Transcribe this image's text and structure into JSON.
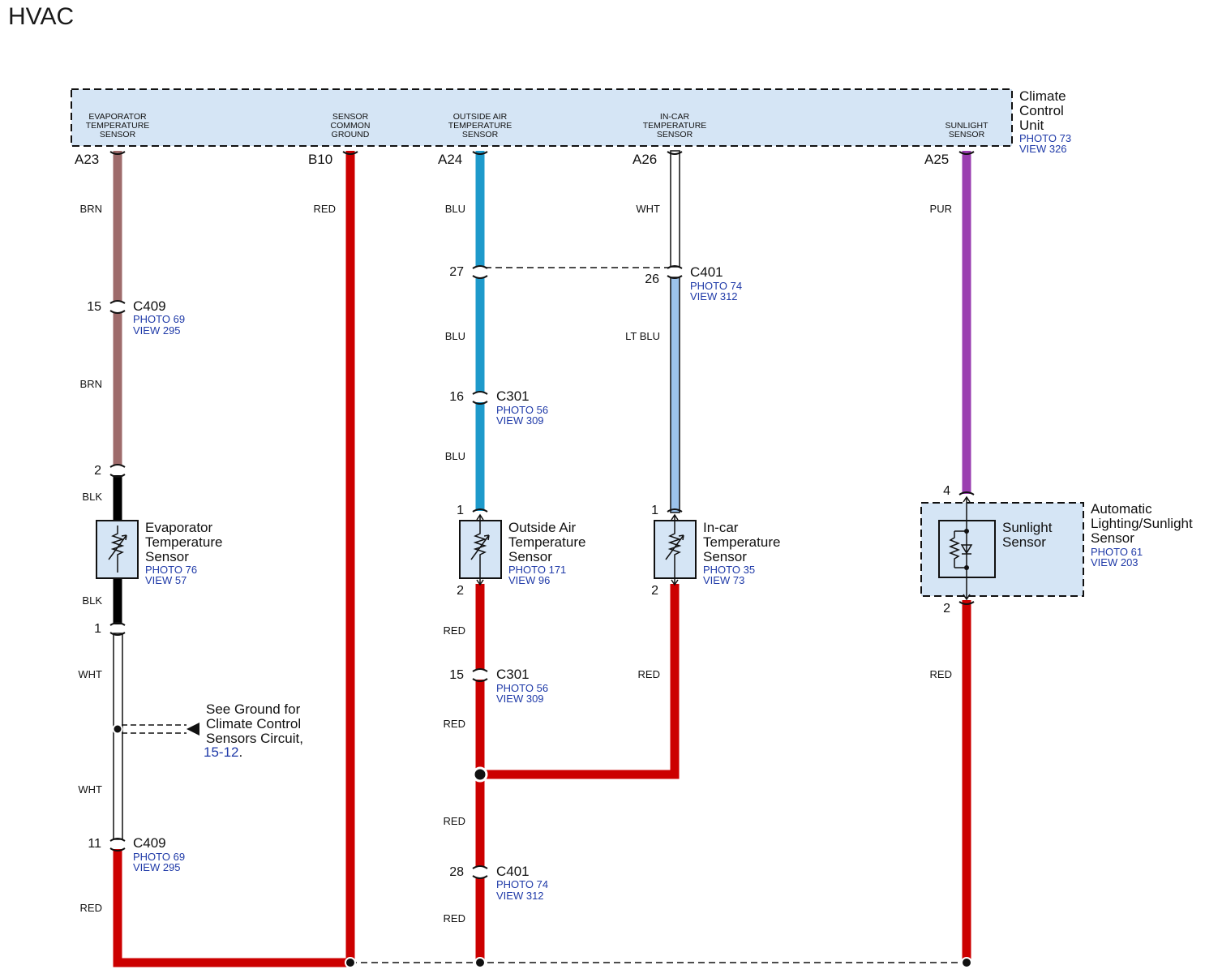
{
  "title": "HVAC",
  "unit": {
    "name_lines": [
      "Climate",
      "Control",
      "Unit"
    ],
    "photo": "PHOTO 73",
    "view": "VIEW 326"
  },
  "header_labels": {
    "evap": [
      "EVAPORATOR",
      "TEMPERATURE",
      "SENSOR"
    ],
    "ground": [
      "SENSOR",
      "COMMON",
      "GROUND"
    ],
    "outside": [
      "OUTSIDE AIR",
      "TEMPERATURE",
      "SENSOR"
    ],
    "incar": [
      "IN-CAR",
      "TEMPERATURE",
      "SENSOR"
    ],
    "sun": [
      "SUNLIGHT",
      "SENSOR"
    ]
  },
  "pins": {
    "a23": "A23",
    "b10": "B10",
    "a24": "A24",
    "a26": "A26",
    "a25": "A25"
  },
  "wire_colors": {
    "a23": "BRN",
    "evap_mid": "BRN",
    "evap_blk_top": "BLK",
    "evap_blk_bot": "BLK",
    "evap_wht_top": "WHT",
    "evap_wht_bot": "WHT",
    "evap_red": "RED",
    "b10": "RED",
    "a24": "BLU",
    "outside_mid1": "BLU",
    "outside_mid2": "BLU",
    "outside_red1": "RED",
    "outside_red2": "RED",
    "outside_red3": "RED",
    "outside_red4": "RED",
    "a26": "WHT",
    "incar_ltblu": "LT BLU",
    "incar_red": "RED",
    "a25": "PUR",
    "sun_red": "RED"
  },
  "connectors": {
    "c409_top": {
      "pin": "15",
      "name": "C409",
      "photo": "PHOTO 69",
      "view": "VIEW 295"
    },
    "c409_bot": {
      "pin": "11",
      "name": "C409",
      "photo": "PHOTO 69",
      "view": "VIEW 295"
    },
    "c401_top": {
      "pin_left": "27",
      "pin_right": "26",
      "name": "C401",
      "photo": "PHOTO 74",
      "view": "VIEW 312"
    },
    "c301_top": {
      "pin": "16",
      "name": "C301",
      "photo": "PHOTO 56",
      "view": "VIEW 309"
    },
    "c301_bot": {
      "pin": "15",
      "name": "C301",
      "photo": "PHOTO 56",
      "view": "VIEW 309"
    },
    "c401_bot": {
      "pin": "28",
      "name": "C401",
      "photo": "PHOTO 74",
      "view": "VIEW 312"
    }
  },
  "components": {
    "evap": {
      "lines": [
        "Evaporator",
        "Temperature",
        "Sensor"
      ],
      "photo": "PHOTO 76",
      "view": "VIEW 57",
      "pin_top": "2",
      "pin_bot": "1"
    },
    "outside": {
      "lines": [
        "Outside Air",
        "Temperature",
        "Sensor"
      ],
      "photo": "PHOTO 171",
      "view": "VIEW 96",
      "pin_top": "1",
      "pin_bot": "2"
    },
    "incar": {
      "lines": [
        "In-car",
        "Temperature",
        "Sensor"
      ],
      "photo": "PHOTO 35",
      "view": "VIEW 73",
      "pin_top": "1",
      "pin_bot": "2"
    },
    "sun": {
      "lines": [
        "Sunlight",
        "Sensor"
      ],
      "pin_top": "4",
      "pin_bot": "2"
    },
    "lighting": {
      "lines": [
        "Automatic",
        "Lighting/Sunlight",
        "Sensor"
      ],
      "photo": "PHOTO 61",
      "view": "VIEW 203"
    }
  },
  "ground_note": {
    "lines": [
      "See Ground for",
      "Climate Control",
      "Sensors Circuit,"
    ],
    "link": "15-12",
    "suffix": "."
  },
  "colors": {
    "brn": "#9e6b6b",
    "red": "#cc0000",
    "blu": "#1e9acb",
    "ltblu": "#9cc3ec",
    "pur": "#9a3fb0",
    "blk": "#000000",
    "panel": "#d5e5f5",
    "link": "#1f3aa8"
  }
}
